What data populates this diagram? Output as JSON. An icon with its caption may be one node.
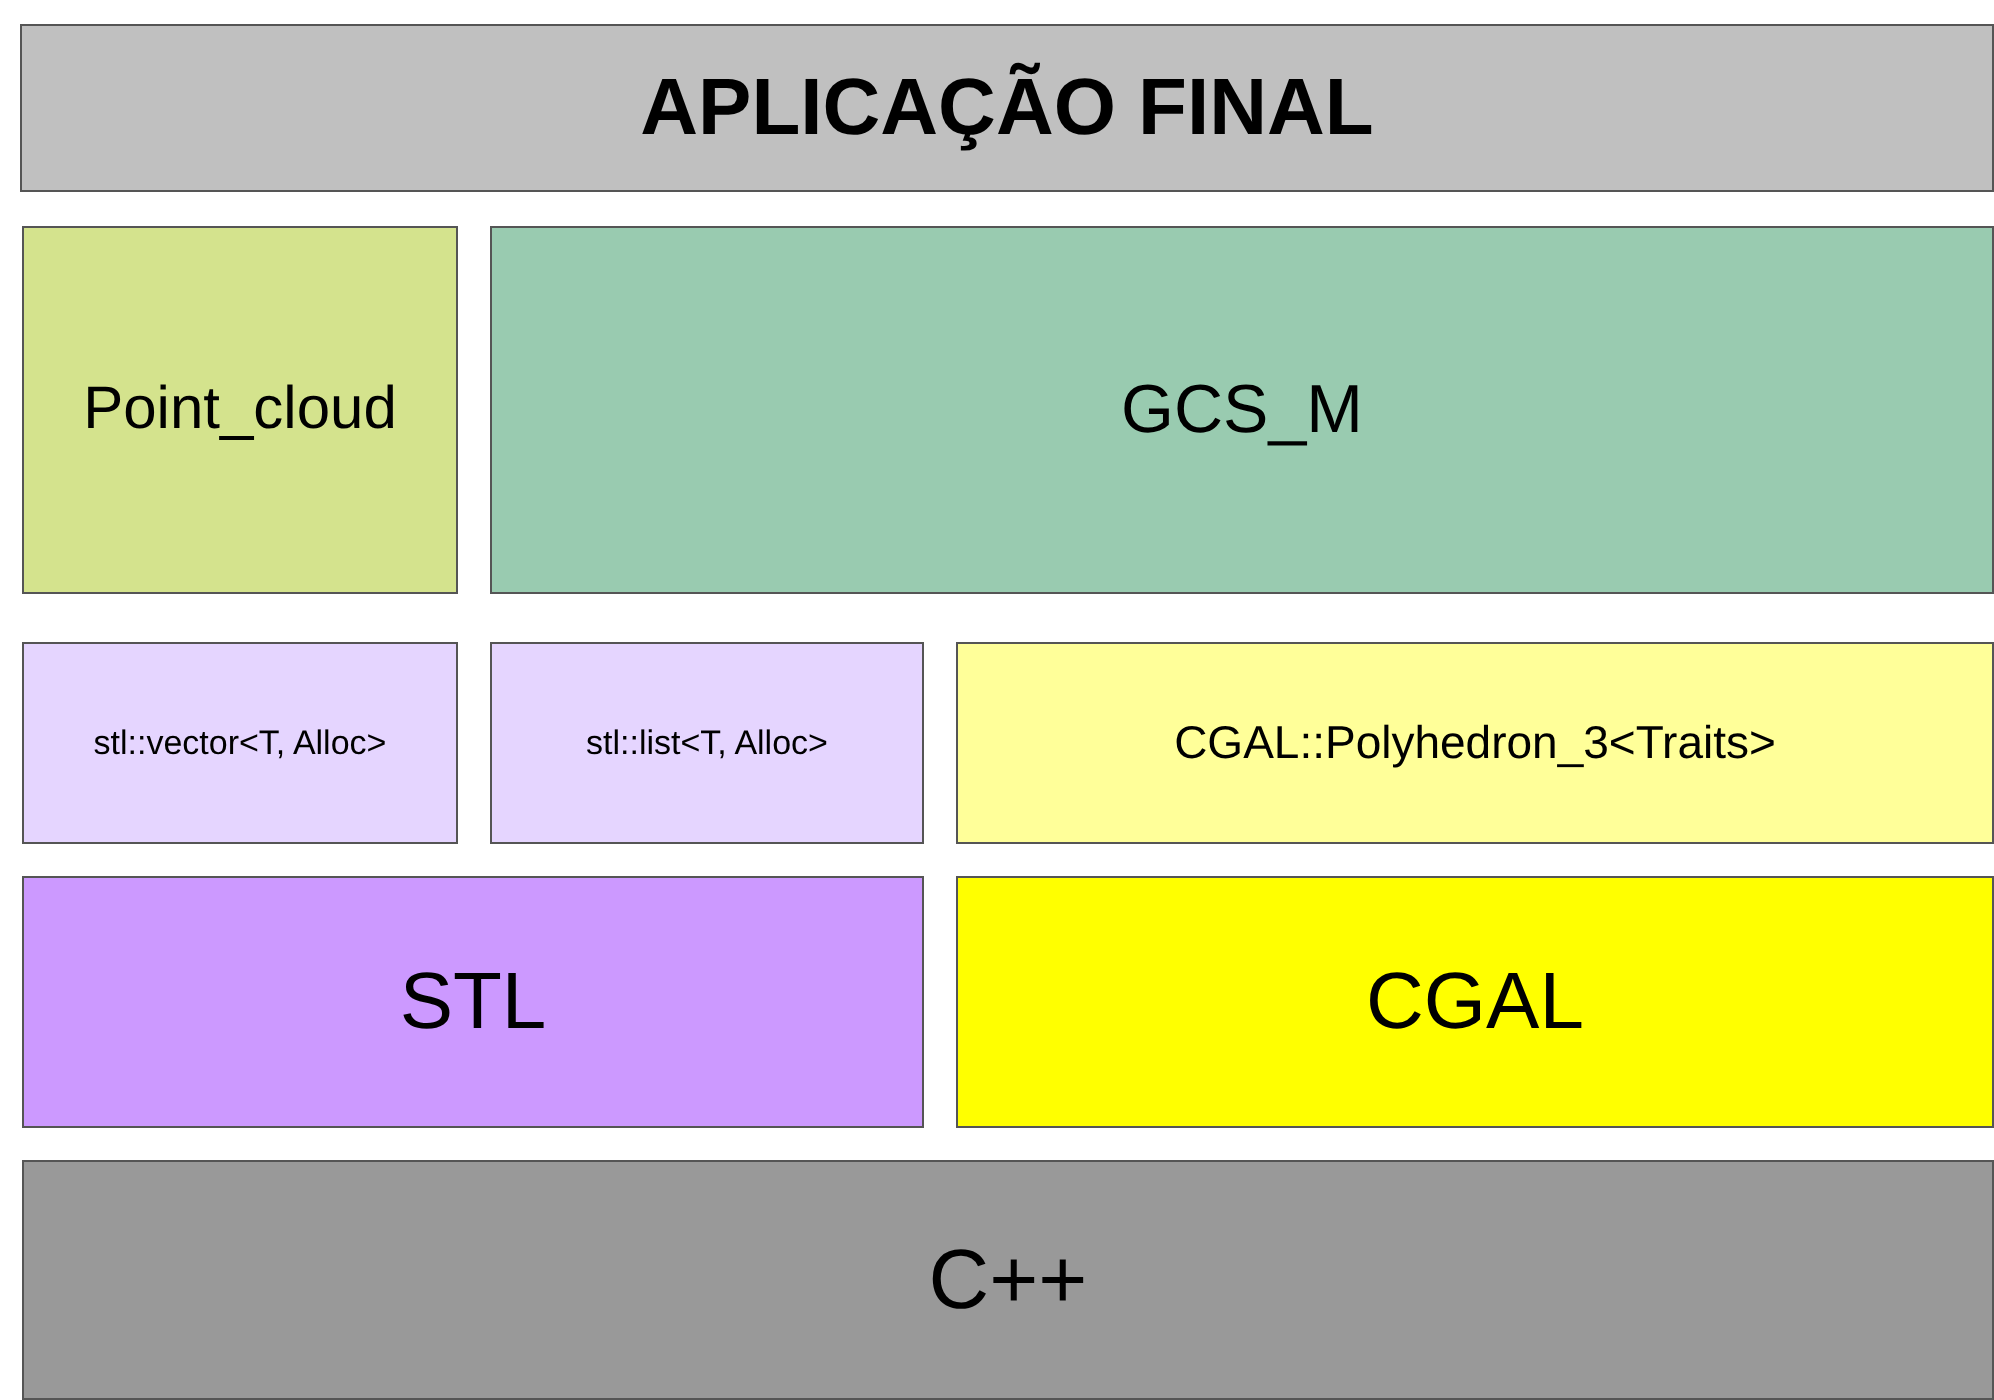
{
  "diagram": {
    "nodes": [
      {
        "text": [
          "APLICAÇÃO FINAL"
        ]
      },
      {
        "text": [
          "Point_cloud"
        ]
      },
      {
        "text": [
          "GCS_M"
        ]
      },
      {
        "text": [
          "stl::vector<T, Alloc>"
        ]
      },
      {
        "text": [
          "stl::list<T, Alloc>"
        ]
      },
      {
        "text": [
          "CGAL::Polyhedron_3<Traits>"
        ]
      },
      {
        "text": [
          "STL"
        ]
      },
      {
        "text": [
          "CGAL"
        ]
      },
      {
        "text": [
          "C++"
        ]
      }
    ]
  }
}
